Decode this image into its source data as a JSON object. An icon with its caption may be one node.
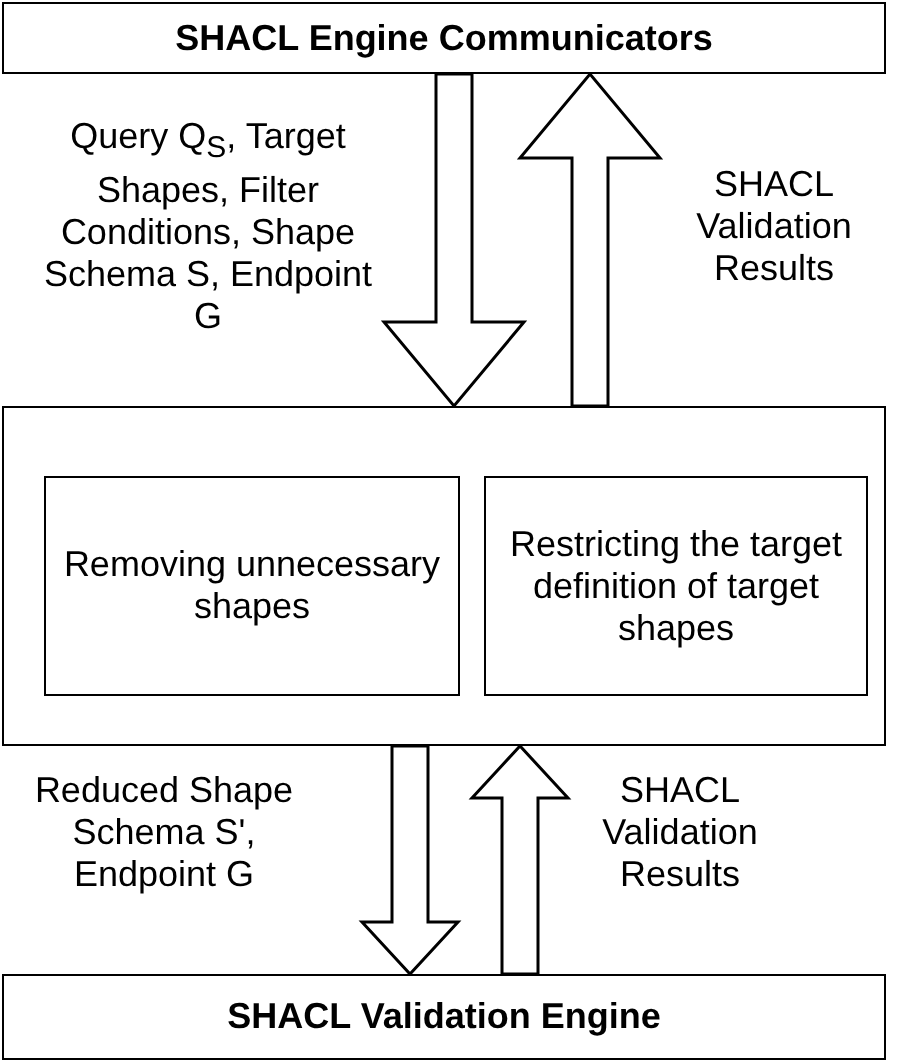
{
  "diagram": {
    "nodes": [
      {
        "text": [
          "SHACL Engine Communicators"
        ]
      },
      {
        "text": [],
        "shape": "box"
      },
      {
        "text": [
          "Removing unnecessary shapes"
        ],
        "in": 1
      },
      {
        "text": [
          "Restricting the target definition of target shapes"
        ],
        "in": 1
      },
      {
        "text": [
          "SHACL Validation Engine"
        ]
      }
    ],
    "edges": [
      {
        "from": 0,
        "to": 1,
        "arrow": "to",
        "label": "Query Q$_{S}$, Target Shapes, Filter Conditions, Shape Schema S, Endpoint G"
      },
      {
        "from": 1,
        "to": 0,
        "arrow": "to",
        "label": "SHACL Validation Results"
      },
      {
        "from": 1,
        "to": 4,
        "arrow": "to",
        "label": "Reduced Shape Schema S', Endpoint G"
      },
      {
        "from": 4,
        "to": 1,
        "arrow": "to",
        "label": "SHACL Validation Results"
      }
    ]
  }
}
